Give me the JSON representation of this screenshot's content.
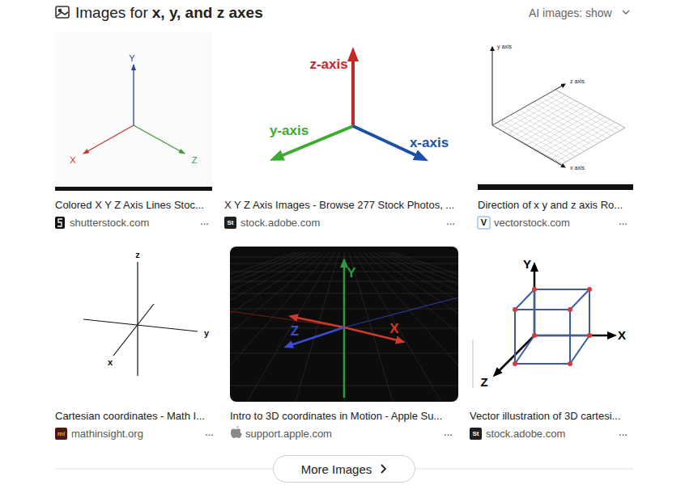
{
  "diagram": {
    "nodes": [
      {
        "text": [
          "More Images"
        ]
      }
    ],
    "labels": [
      "Images for",
      "x, y, and z axes",
      "AI images: show",
      "Y",
      "X",
      "Z",
      "z-axis",
      "y-axis",
      "x-axis",
      "y axis",
      "z axis",
      "x axis",
      "Colored X Y Z Axis Lines Stoc...",
      "shutterstock.com",
      "···",
      "X Y Z Axis Images - Browse 277 Stock Photos, ...",
      "St",
      "stock.adobe.com",
      "···",
      "Direction of x y and z axis Ro...",
      "V",
      "vectorstock.com",
      "···",
      "z",
      "y",
      "x",
      "Y",
      "Z",
      "X",
      "Y",
      "X",
      "Z",
      "Cartesian coordinates - Math I...",
      "mi",
      "mathinsight.org",
      "···",
      "Intro to 3D coordinates in Motion - Apple Su...",
      "support.apple.com",
      "···",
      "Vector illustration of 3D cartesi...",
      "St",
      "stock.adobe.com",
      "···"
    ]
  }
}
